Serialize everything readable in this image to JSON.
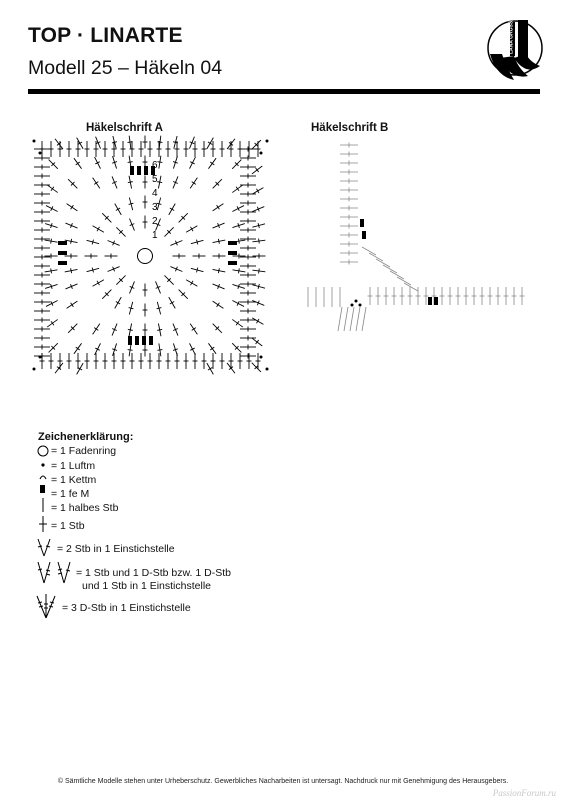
{
  "header": {
    "title": "TOP · LINARTE",
    "subtitle": "Modell 25 – Häkeln 04",
    "logo_text": "LANA GROSSA"
  },
  "charts": {
    "a_label": "Häkelschrift A",
    "b_label": "Häkelschrift B",
    "a_round_numbers": [
      "1",
      "2",
      "3",
      "4",
      "5",
      "6"
    ]
  },
  "legend": {
    "title": "Zeichenerklärung:",
    "items": [
      {
        "symbol": "magic-ring",
        "text": "= 1 Fadenring"
      },
      {
        "symbol": "chain-dot",
        "text": "= 1 Luftm"
      },
      {
        "symbol": "slip-arc",
        "text": "= 1 Kettm"
      },
      {
        "symbol": "sc-block",
        "text": "= 1 fe M"
      },
      {
        "symbol": "hdc-line",
        "text": "= 1 halbes Stb"
      },
      {
        "symbol": "dc-cross",
        "text": "= 1 Stb"
      },
      {
        "symbol": "dc-v",
        "text": "= 2 Stb in 1 Einstichstelle"
      },
      {
        "symbol": "dc-tr",
        "text_line1": "= 1 Stb und 1 D-Stb bzw. 1 D-Stb",
        "text_line2": "und 1 Stb in 1 Einstichstelle"
      },
      {
        "symbol": "tr-fan",
        "text": "= 3 D-Stb in 1 Einstichstelle"
      }
    ]
  },
  "footer": {
    "copyright": "© Sämtliche Modelle stehen unter Urheberschutz. Gewerbliches Nacharbeiten ist untersagt. Nachdruck nur mit Genehmigung des Herausgebers.",
    "watermark": "PassionForum.ru"
  }
}
